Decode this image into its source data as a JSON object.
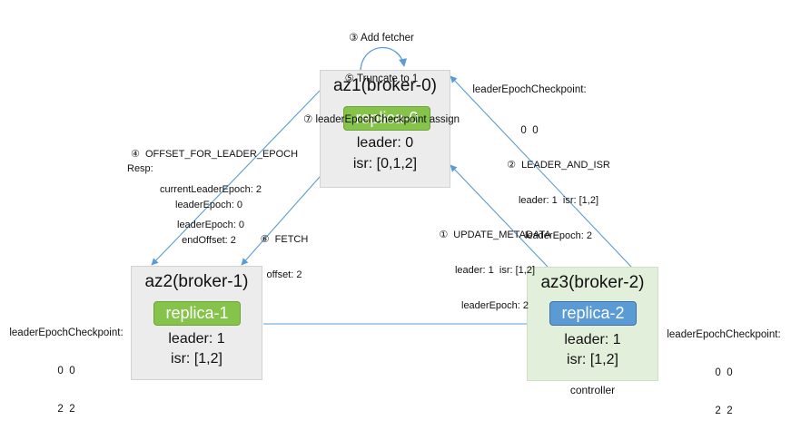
{
  "brokers": {
    "az1": {
      "title": "az1(broker-0)",
      "replica": "replica-0",
      "leader": "leader: 0",
      "isr": "isr: [0,1,2]"
    },
    "az2": {
      "title": "az2(broker-1)",
      "replica": "replica-1",
      "leader": "leader: 1",
      "isr": "isr: [1,2]"
    },
    "az3": {
      "title": "az3(broker-2)",
      "replica": "replica-2",
      "leader": "leader: 1",
      "isr": "isr: [1,2]",
      "role": "controller"
    }
  },
  "colors": {
    "arrow": "#5b9bd5",
    "replica_green": "#86c34b",
    "replica_blue": "#5b9bd5",
    "controller_box": "#e2efda",
    "broker_box": "#ececec"
  },
  "labels": {
    "self_loop": [
      "③ Add fetcher",
      "⑤ Truncate to 1",
      "⑦ leaderEpochCheckpoint assign"
    ],
    "checkpoint_az1": [
      "leaderEpochCheckpoint:",
      "0  0"
    ],
    "offset_for_leader_epoch": {
      "request": [
        "④  OFFSET_FOR_LEADER_EPOCH",
        "currentLeaderEpoch: 2",
        "leaderEpoch: 0"
      ],
      "resp_title": "Resp:",
      "response": [
        "leaderEpoch: 0",
        "endOffset: 2"
      ]
    },
    "leader_and_isr": [
      "②  LEADER_AND_ISR",
      "leader: 1  isr: [1,2]",
      "leaderEpoch: 2"
    ],
    "fetch": [
      "⑥  FETCH",
      "offset: 2"
    ],
    "update_metadata": [
      "①  UPDATE_METADATA",
      "leader: 1  isr: [1,2]",
      "leaderEpoch: 2"
    ],
    "checkpoint_az2": [
      "leaderEpochCheckpoint:",
      "0  0",
      "2  2"
    ],
    "checkpoint_az3": [
      "leaderEpochCheckpoint:",
      "0  0",
      "2  2"
    ]
  }
}
